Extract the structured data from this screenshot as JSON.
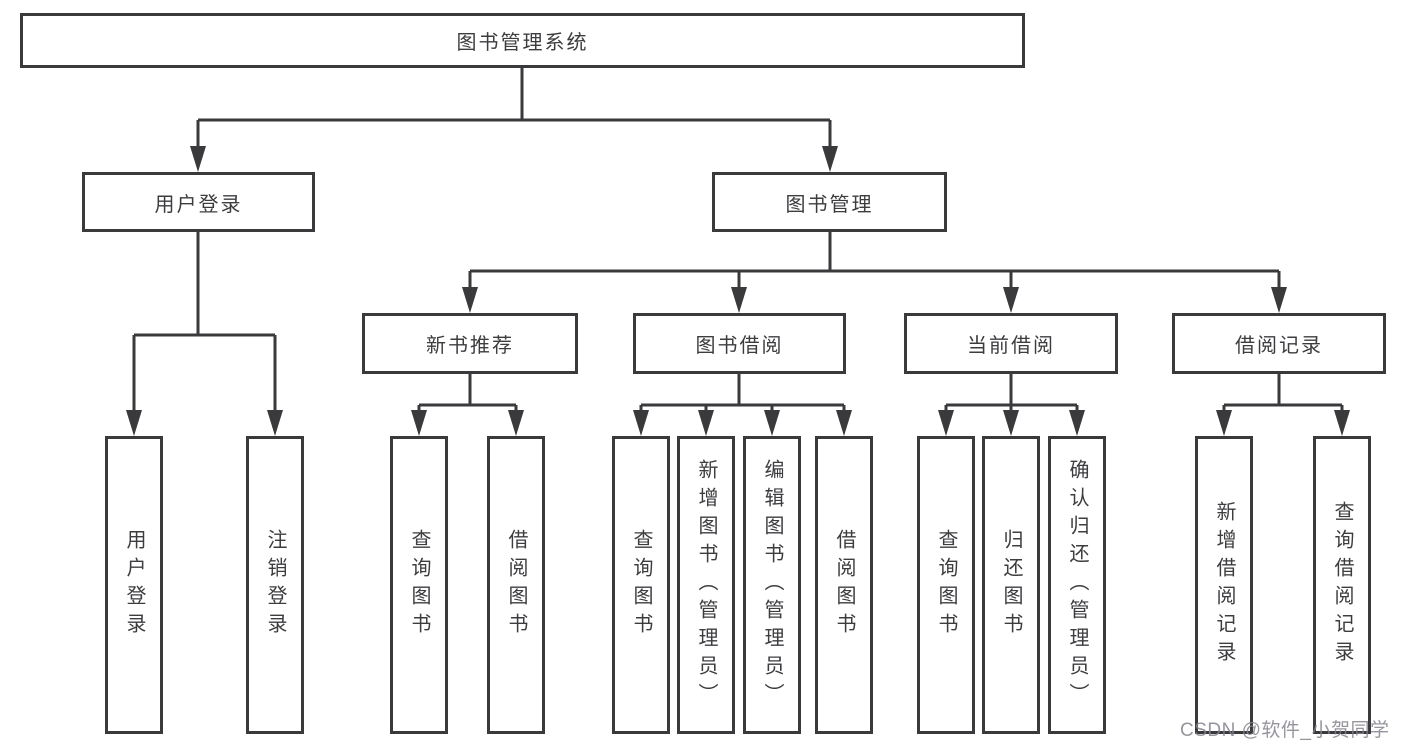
{
  "diagram": {
    "root": {
      "label": "图书管理系统"
    },
    "branches": [
      {
        "label": "用户登录",
        "children": [
          {
            "label": "用户登录"
          },
          {
            "label": "注销登录"
          }
        ]
      },
      {
        "label": "图书管理",
        "children": [
          {
            "label": "新书推荐",
            "children": [
              {
                "label": "查询图书"
              },
              {
                "label": "借阅图书"
              }
            ]
          },
          {
            "label": "图书借阅",
            "children": [
              {
                "label": "查询图书"
              },
              {
                "label": "新增图书（管理员）"
              },
              {
                "label": "编辑图书（管理员）"
              },
              {
                "label": "借阅图书"
              }
            ]
          },
          {
            "label": "当前借阅",
            "children": [
              {
                "label": "查询图书"
              },
              {
                "label": "归还图书"
              },
              {
                "label": "确认归还（管理员）"
              }
            ]
          },
          {
            "label": "借阅记录",
            "children": [
              {
                "label": "新增借阅记录"
              },
              {
                "label": "查询借阅记录"
              }
            ]
          }
        ]
      }
    ]
  },
  "watermark": {
    "text": "CSDN @软件_小贺同学"
  },
  "colors": {
    "line": "#3a3a3c",
    "box_border": "#3a3a3c",
    "box_background": "#ffffff",
    "text": "#3d3d40",
    "watermark": "#82828c",
    "page_background": "#ffffff"
  }
}
